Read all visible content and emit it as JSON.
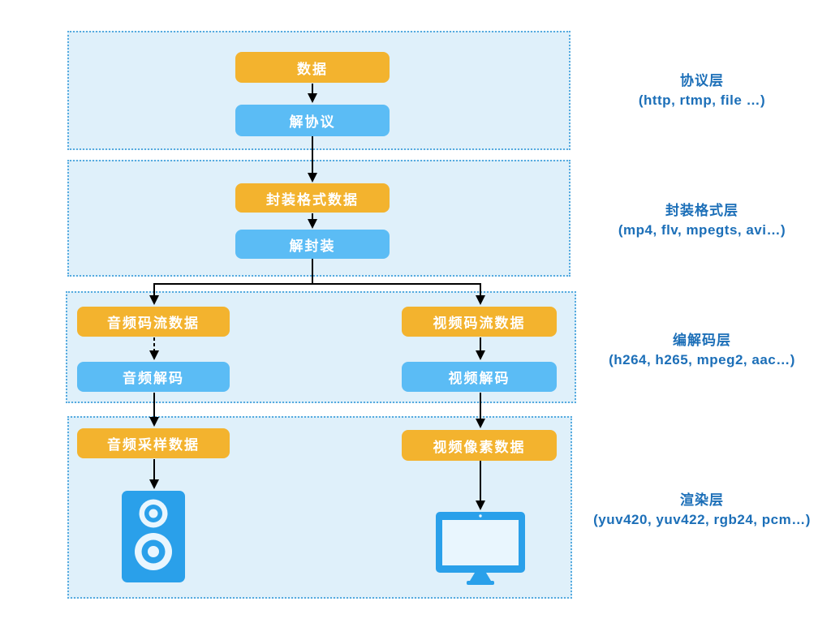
{
  "colors": {
    "page_bg": "#FFFFFF",
    "layer_bg": "#DFF0FA",
    "layer_border": "#55AADF",
    "orange": "#F3B32E",
    "blue": "#5BBCF5",
    "icon_blue": "#2AA0EA",
    "icon_light": "#E9F6FE",
    "label_text": "#1C6FB8",
    "node_text": "#FFFFFF",
    "arrow": "#000000"
  },
  "nodes": {
    "data": "数据",
    "deprotocol": "解协议",
    "muxed_data": "封装格式数据",
    "demux": "解封装",
    "audio_stream": "音频码流数据",
    "video_stream": "视频码流数据",
    "audio_decode": "音频解码",
    "video_decode": "视频解码",
    "audio_samples": "音频采样数据",
    "video_pixels": "视频像素数据"
  },
  "layers": [
    {
      "title": "协议层",
      "subtitle": "(http, rtmp, file …)"
    },
    {
      "title": "封装格式层",
      "subtitle": "(mp4, flv, mpegts, avi…)"
    },
    {
      "title": "编解码层",
      "subtitle": "(h264, h265, mpeg2, aac…)"
    },
    {
      "title": "渲染层",
      "subtitle": "(yuv420, yuv422, rgb24, pcm…)"
    }
  ],
  "icons": {
    "speaker": "speaker-icon",
    "monitor": "monitor-icon"
  }
}
